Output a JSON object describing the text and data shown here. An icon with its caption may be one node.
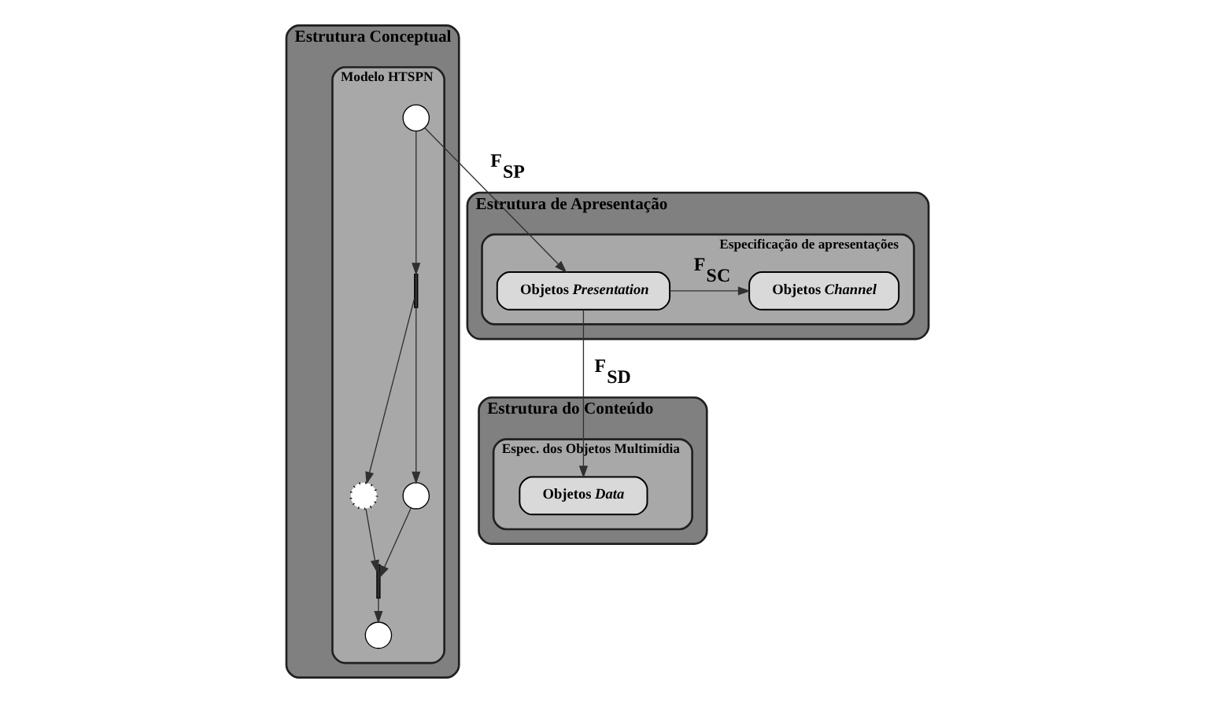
{
  "diagram": {
    "nodes": [
      {
        "text": [
          "Estrutura Conceptual"
        ]
      },
      {
        "text": [
          "Modelo HTSPN"
        ],
        "in": 0
      },
      {
        "text": [],
        "shape": "circle",
        "in": 1
      },
      {
        "text": [],
        "shape": "bar",
        "in": 1
      },
      {
        "text": [],
        "shape": "circle",
        "in": 1
      },
      {
        "text": [],
        "shape": "circle",
        "in": 1
      },
      {
        "text": [],
        "shape": "bar",
        "in": 1
      },
      {
        "text": [],
        "shape": "circle",
        "in": 1
      },
      {
        "text": [
          "Estrutura de Apresentação"
        ]
      },
      {
        "text": [
          "Especificação de apresentações"
        ],
        "in": 8
      },
      {
        "text": [
          "Objetos *Presentation*"
        ],
        "in": 9
      },
      {
        "text": [
          "Objetos *Channel*"
        ],
        "in": 9
      },
      {
        "text": [
          "Estrutura do Conteúdo"
        ]
      },
      {
        "text": [
          "Espec. dos Objetos Multimídia"
        ],
        "in": 12
      },
      {
        "text": [
          "Objetos *Data*"
        ],
        "in": 13
      }
    ],
    "edges": [
      {
        "from": 2,
        "to": 3,
        "arrow": "to"
      },
      {
        "from": 3,
        "to": 4,
        "arrow": "to"
      },
      {
        "from": 3,
        "to": 5,
        "arrow": "to"
      },
      {
        "from": 4,
        "to": 6,
        "arrow": "to"
      },
      {
        "from": 5,
        "to": 6,
        "arrow": "to"
      },
      {
        "from": 6,
        "to": 7,
        "arrow": "to"
      },
      {
        "from": 2,
        "to": 10,
        "arrow": "to",
        "label": "F$_{SP}$"
      },
      {
        "from": 10,
        "to": 11,
        "arrow": "to",
        "label": "F$_{SC}$"
      },
      {
        "from": 10,
        "to": 14,
        "arrow": "to",
        "label": "F$_{SD}$"
      }
    ]
  }
}
